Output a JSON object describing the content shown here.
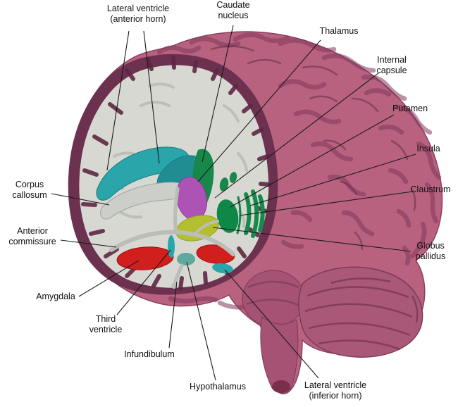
{
  "colors": {
    "cortex": "#b8627f",
    "sulci": "#82395c",
    "sulci_deep": "#5e2744",
    "cut_rim": "#6d3150",
    "white_matter": "#d8d8d3",
    "white_matter_lines": "#bcbcb6",
    "cerebellum": "#aa5878",
    "cerebellum_lines": "#7c3a58",
    "brainstem": "#a55274",
    "brainstem_tip": "#7c2f4b",
    "ventricle": "#2aa6ab",
    "ventricle_dark": "#1f8d92",
    "corpus_callosum": "#cbcec9",
    "caudate": "#17884a",
    "putamen": "#0f8746",
    "insula": "#128c4b",
    "claustrum": "#0f8746",
    "globus_pallidus": "#b4bf2f",
    "commissure": "#babdb8",
    "amygdala": "#d01f1d",
    "third_ventricle": "#2aa6ab",
    "hypothalamus": "#5fa89e",
    "leader_line": "#1a1a1a"
  },
  "labels": {
    "lateral_ventricle_anterior_horn": "Lateral ventricle\n(anterior horn)",
    "caudate_nucleus": "Caudate\nnucleus",
    "thalamus": "Thalamus",
    "internal_capsule": "Internal\ncapsule",
    "putamen": "Putamen",
    "insula": "Insula",
    "claustrum": "Claustrum",
    "globus_pallidus": "Globus\npallidus",
    "corpus_callosum": "Corpus\ncallosum",
    "anterior_commissure": "Anterior\ncommissure",
    "amygdala": "Amygdala",
    "third_ventricle": "Third\nventricle",
    "infundibulum": "Infundibulum",
    "hypothalamus": "Hypothalamus",
    "lateral_ventricle_inferior_horn": "Lateral ventricle\n(inferior horn)"
  }
}
